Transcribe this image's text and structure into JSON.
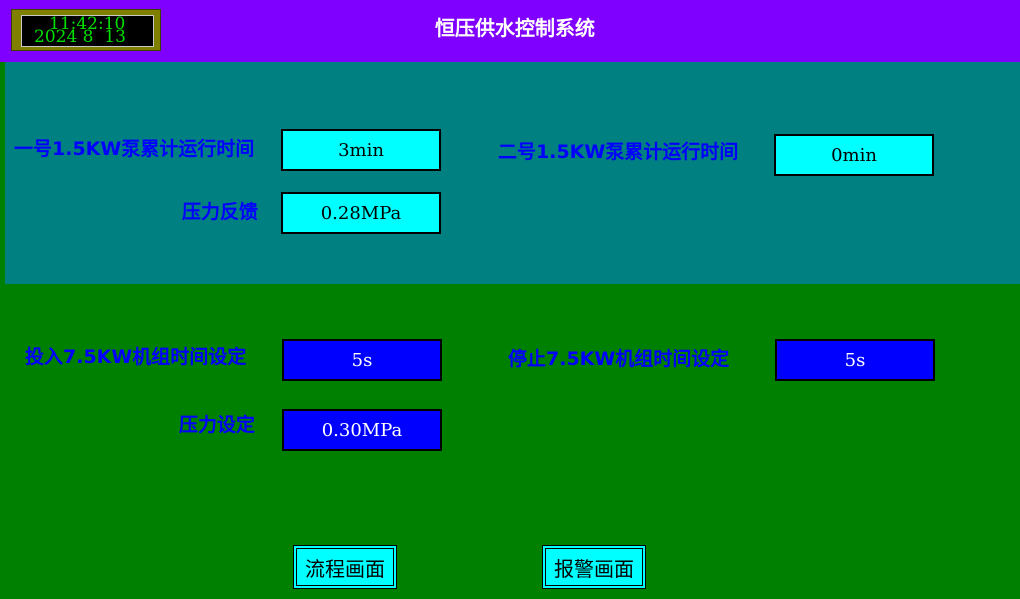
{
  "header": {
    "title": "恒压供水控制系统",
    "clock": {
      "time": "11:42:10",
      "date": "2024 8  13"
    }
  },
  "monitor": {
    "pump1_runtime": {
      "label": "一号1.5KW泵累计运行时间",
      "value": "3min"
    },
    "pump2_runtime": {
      "label": "二号1.5KW泵累计运行时间",
      "value": "0min"
    },
    "pressure_feedback": {
      "label": "压力反馈",
      "value": "0.28MPa"
    }
  },
  "settings": {
    "start_unit_delay": {
      "label": "投入7.5KW机组时间设定",
      "value": "5s"
    },
    "stop_unit_delay": {
      "label": "停止7.5KW机组时间设定",
      "value": "5s"
    },
    "pressure_setpoint": {
      "label": "压力设定",
      "value": "0.30MPa"
    }
  },
  "nav": {
    "process_screen": "流程画面",
    "alarm_screen": "报警画面"
  },
  "colors": {
    "header_bg": "#8000ff",
    "monitor_bg": "#008080",
    "settings_bg": "#008000",
    "label_text": "#0000ff",
    "display_box": "#00ffff",
    "input_box": "#0000ff",
    "clock_text": "#00e000"
  }
}
